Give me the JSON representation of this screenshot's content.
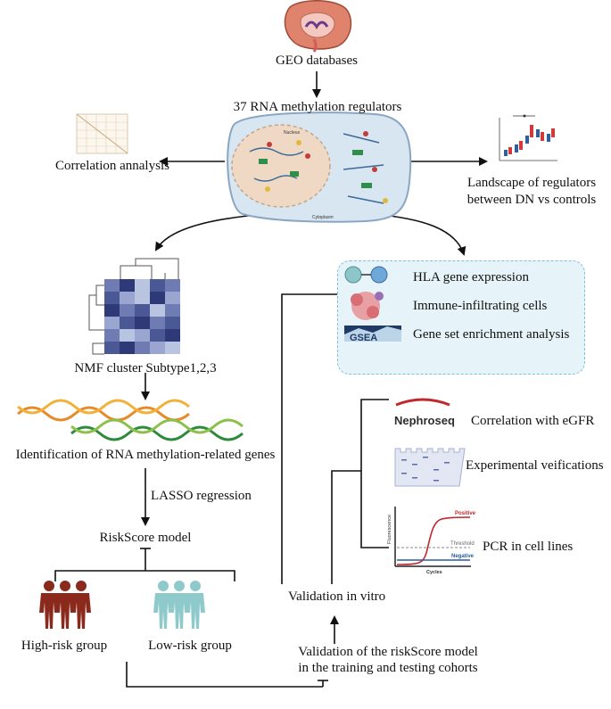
{
  "nodes": {
    "geo": "GEO databases",
    "regulators": "37 RNA methylation regulators",
    "correlation": "Correlation annalysis",
    "landscape_line1": "Landscape of  regulators",
    "landscape_line2": "between DN vs controls",
    "hla": "HLA gene expression",
    "immune": "Immune-infiltrating cells",
    "gsea": "Gene set enrichment analysis",
    "nmf": "NMF cluster Subtype1,2,3",
    "genes": "Identification of RNA methylation-related genes",
    "lasso": "LASSO regression",
    "riskscore": "RiskScore model",
    "high_risk": "High-risk group",
    "low_risk": "Low-risk group",
    "validation_line1": "Validation of the riskScore model",
    "validation_line2": "in the training and testing cohorts",
    "in_vitro": "Validation in vitro",
    "egfr": "Correlation with eGFR",
    "experimental": "Experimental veifications",
    "pcr": "PCR in cell lines"
  },
  "cell_labels": {
    "nucleus": "Nucleus",
    "cytoplasm": "Cytoplasm"
  },
  "logos": {
    "nephroseq": "Nephroseq",
    "gsea": "GSEA"
  },
  "pcr_plot": {
    "positive": "Positive",
    "threshold": "Threshold",
    "negative": "Negative",
    "ylabel": "Fluorescence",
    "xlabel": "Cycles"
  },
  "colors": {
    "high_risk": "#8b2a1c",
    "low_risk": "#8ec9cc",
    "panel_fill": "#e6f3f8",
    "panel_border": "#7cc3d6",
    "positive_curve": "#c0282c",
    "negative_line": "#2a5d9f",
    "heatmap_dark": "#2e3a78",
    "heatmap_light": "#b8c4e0"
  },
  "icons": [
    "kidney-icon",
    "cell-diagram-icon",
    "correlation-matrix-icon",
    "boxplot-icon",
    "heatmap-dendrogram-icon",
    "dna-icon",
    "people-icon",
    "nephroseq-logo",
    "gel-icon",
    "pcr-curve-icon",
    "immune-cell-icon",
    "gsea-logo"
  ]
}
